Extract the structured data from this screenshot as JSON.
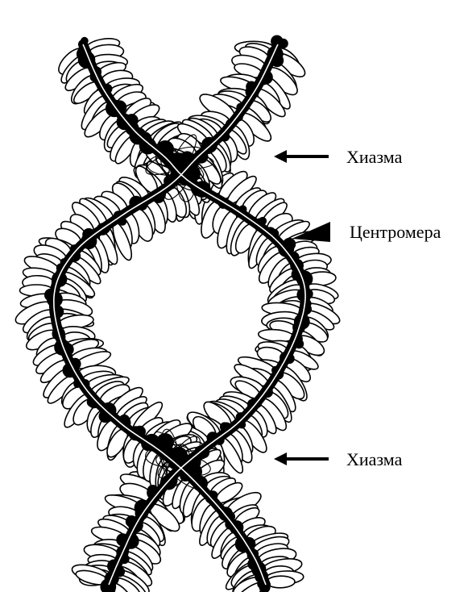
{
  "labels": {
    "chiasma_top": "Хиазма",
    "centromere": "Центромера",
    "chiasma_bottom": "Хиазма"
  },
  "colors": {
    "ink": "#000000",
    "background": "#ffffff"
  }
}
